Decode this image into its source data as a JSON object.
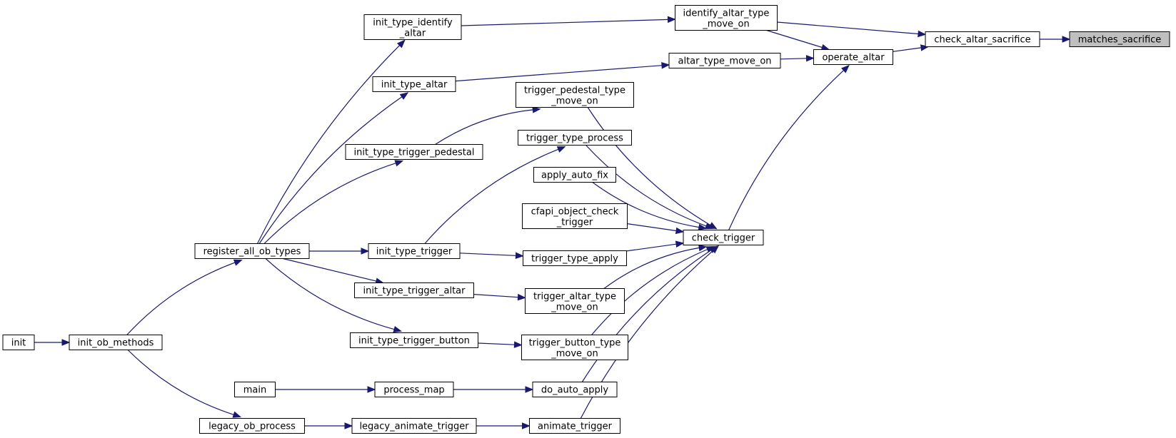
{
  "graph": {
    "nodes": {
      "matches_sacrifice": {
        "lines": [
          "matches_sacrifice"
        ],
        "highlight": true
      },
      "check_altar_sacrifice": {
        "lines": [
          "check_altar_sacrifice"
        ]
      },
      "identify_altar_type_move_on": {
        "lines": [
          "identify_altar_type",
          "_move_on"
        ]
      },
      "operate_altar": {
        "lines": [
          "operate_altar"
        ]
      },
      "init_type_identify_altar": {
        "lines": [
          "init_type_identify",
          "_altar"
        ]
      },
      "altar_type_move_on": {
        "lines": [
          "altar_type_move_on"
        ]
      },
      "init_type_altar": {
        "lines": [
          "init_type_altar"
        ]
      },
      "trigger_pedestal_type_move_on": {
        "lines": [
          "trigger_pedestal_type",
          "_move_on"
        ]
      },
      "trigger_type_process": {
        "lines": [
          "trigger_type_process"
        ]
      },
      "init_type_trigger_pedestal": {
        "lines": [
          "init_type_trigger_pedestal"
        ]
      },
      "apply_auto_fix": {
        "lines": [
          "apply_auto_fix"
        ]
      },
      "cfapi_object_check_trigger": {
        "lines": [
          "cfapi_object_check",
          "_trigger"
        ]
      },
      "check_trigger": {
        "lines": [
          "check_trigger"
        ]
      },
      "register_all_ob_types": {
        "lines": [
          "register_all_ob_types"
        ]
      },
      "init_type_trigger": {
        "lines": [
          "init_type_trigger"
        ]
      },
      "trigger_type_apply": {
        "lines": [
          "trigger_type_apply"
        ]
      },
      "init_type_trigger_altar": {
        "lines": [
          "init_type_trigger_altar"
        ]
      },
      "trigger_altar_type_move_on": {
        "lines": [
          "trigger_altar_type",
          "_move_on"
        ]
      },
      "init": {
        "lines": [
          "init"
        ]
      },
      "init_ob_methods": {
        "lines": [
          "init_ob_methods"
        ]
      },
      "init_type_trigger_button": {
        "lines": [
          "init_type_trigger_button"
        ]
      },
      "trigger_button_type_move_on": {
        "lines": [
          "trigger_button_type",
          "_move_on"
        ]
      },
      "main": {
        "lines": [
          "main"
        ]
      },
      "process_map": {
        "lines": [
          "process_map"
        ]
      },
      "do_auto_apply": {
        "lines": [
          "do_auto_apply"
        ]
      },
      "legacy_ob_process": {
        "lines": [
          "legacy_ob_process"
        ]
      },
      "legacy_animate_trigger": {
        "lines": [
          "legacy_animate_trigger"
        ]
      },
      "animate_trigger": {
        "lines": [
          "animate_trigger"
        ]
      }
    },
    "edges": [
      [
        "check_altar_sacrifice",
        "matches_sacrifice"
      ],
      [
        "identify_altar_type_move_on",
        "check_altar_sacrifice"
      ],
      [
        "operate_altar",
        "check_altar_sacrifice"
      ],
      [
        "init_type_identify_altar",
        "identify_altar_type_move_on"
      ],
      [
        "identify_altar_type_move_on",
        "operate_altar"
      ],
      [
        "altar_type_move_on",
        "operate_altar"
      ],
      [
        "check_trigger",
        "operate_altar"
      ],
      [
        "init_type_altar",
        "altar_type_move_on"
      ],
      [
        "register_all_ob_types",
        "init_type_identify_altar"
      ],
      [
        "register_all_ob_types",
        "init_type_altar"
      ],
      [
        "register_all_ob_types",
        "init_type_trigger_pedestal"
      ],
      [
        "register_all_ob_types",
        "init_type_trigger"
      ],
      [
        "register_all_ob_types",
        "init_type_trigger_altar"
      ],
      [
        "register_all_ob_types",
        "init_type_trigger_button"
      ],
      [
        "init_type_trigger_pedestal",
        "trigger_pedestal_type_move_on"
      ],
      [
        "init_type_trigger",
        "trigger_type_process"
      ],
      [
        "init_type_trigger",
        "trigger_type_apply"
      ],
      [
        "init_type_trigger_altar",
        "trigger_altar_type_move_on"
      ],
      [
        "init_type_trigger_button",
        "trigger_button_type_move_on"
      ],
      [
        "trigger_pedestal_type_move_on",
        "check_trigger"
      ],
      [
        "trigger_type_process",
        "check_trigger"
      ],
      [
        "apply_auto_fix",
        "check_trigger"
      ],
      [
        "cfapi_object_check_trigger",
        "check_trigger"
      ],
      [
        "trigger_type_apply",
        "check_trigger"
      ],
      [
        "trigger_altar_type_move_on",
        "check_trigger"
      ],
      [
        "trigger_button_type_move_on",
        "check_trigger"
      ],
      [
        "do_auto_apply",
        "check_trigger"
      ],
      [
        "animate_trigger",
        "check_trigger"
      ],
      [
        "init",
        "init_ob_methods"
      ],
      [
        "init_ob_methods",
        "register_all_ob_types"
      ],
      [
        "init_ob_methods",
        "legacy_ob_process"
      ],
      [
        "main",
        "process_map"
      ],
      [
        "process_map",
        "do_auto_apply"
      ],
      [
        "legacy_ob_process",
        "legacy_animate_trigger"
      ],
      [
        "legacy_animate_trigger",
        "animate_trigger"
      ]
    ]
  }
}
